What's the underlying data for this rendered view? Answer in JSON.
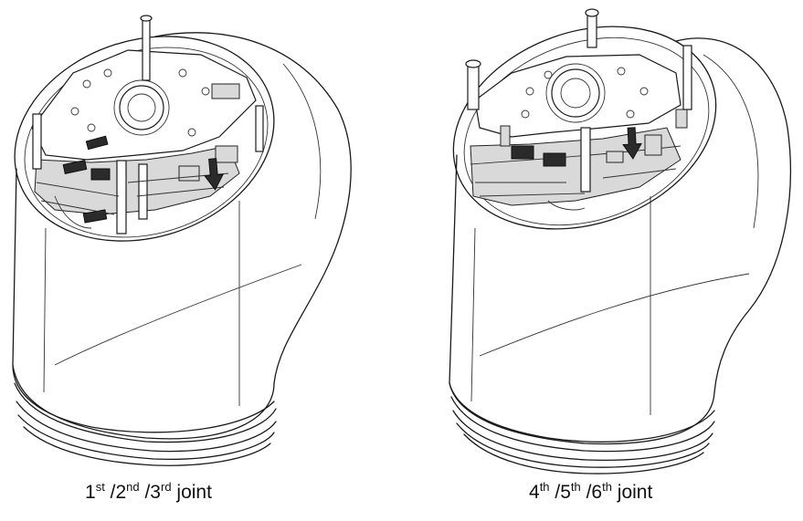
{
  "figure": {
    "left_caption": {
      "parts": [
        {
          "text": "1"
        },
        {
          "sup": "st"
        },
        {
          "text": " /2"
        },
        {
          "sup": "nd"
        },
        {
          "text": " /3"
        },
        {
          "sup": "rd"
        },
        {
          "text": " joint"
        }
      ]
    },
    "right_caption": {
      "parts": [
        {
          "text": "4"
        },
        {
          "sup": "th"
        },
        {
          "text": " /5"
        },
        {
          "sup": "th"
        },
        {
          "text": " /6"
        },
        {
          "sup": "th"
        },
        {
          "text": " joint"
        }
      ]
    }
  },
  "colors": {
    "line": "#1a1a1a",
    "background": "#ffffff",
    "arrow": "#111111"
  }
}
